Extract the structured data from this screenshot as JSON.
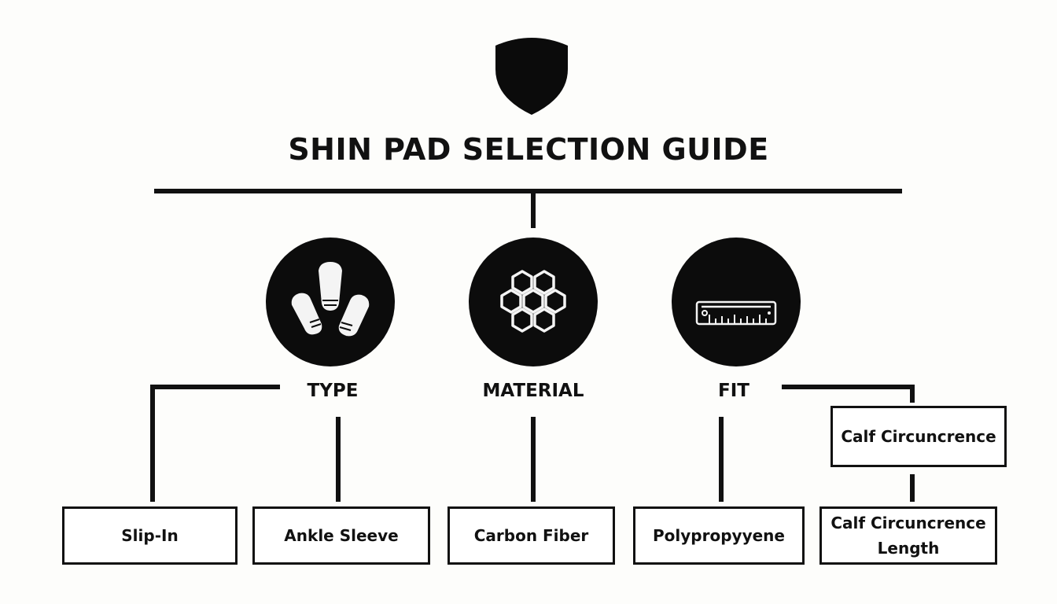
{
  "title": "SHIN PAD SELECTION GUIDE",
  "icons": {
    "header": "shield-icon",
    "type": "shin-pads-icon",
    "material": "honeycomb-icon",
    "fit": "ruler-icon"
  },
  "categories": {
    "type": "TYPE",
    "material": "MATERIAL",
    "fit": "FIT"
  },
  "boxes": {
    "slip_in": "Slip-In",
    "ankle_sleeve": "Ankle Sleeve",
    "carbon_fiber": "Carbon Fiber",
    "polypropylene": "Polypropyyene",
    "calf_circumference": "Calf Circuncrence",
    "calf_circumference_length_line1": "Calf Circuncrence",
    "calf_circumference_length_line2": "Length"
  },
  "colors": {
    "ink": "#111111",
    "background": "#fdfdfb"
  }
}
